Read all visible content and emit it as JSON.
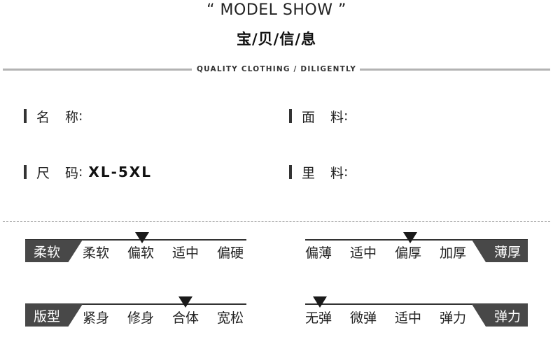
{
  "header": {
    "title_en": "“ MODEL SHOW ”",
    "title_zh": "宝/贝/信/息",
    "tagline": "QUALITY CLOTHING / DILIGENTLY"
  },
  "info": {
    "name_label": "名称",
    "name_value": "",
    "fabric_label": "面料",
    "fabric_value": "",
    "size_label": "尺码",
    "size_value": "XL-5XL",
    "lining_label": "里料",
    "lining_value": "",
    "colon": ":"
  },
  "scales": {
    "softness": {
      "tag": "柔软",
      "options": [
        "柔软",
        "偏软",
        "适中",
        "偏硬"
      ],
      "selected": "偏软"
    },
    "thickness": {
      "tag": "薄厚",
      "options": [
        "偏薄",
        "适中",
        "偏厚",
        "加厚"
      ],
      "selected": "偏厚"
    },
    "fit": {
      "tag": "版型",
      "options": [
        "紧身",
        "修身",
        "合体",
        "宽松"
      ],
      "selected": "合体"
    },
    "elasticity": {
      "tag": "弹力",
      "options": [
        "无弹",
        "微弹",
        "适中",
        "弹力"
      ],
      "selected": "无弹"
    }
  }
}
